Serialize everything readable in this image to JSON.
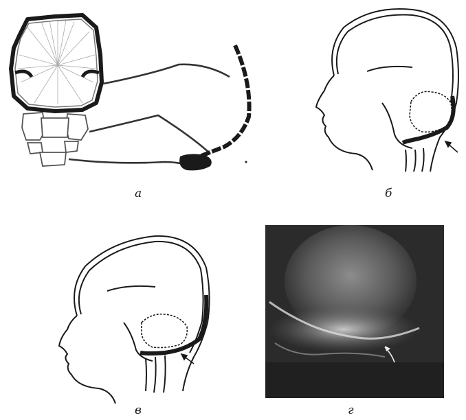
{
  "panels": {
    "a": {
      "label": "а"
    },
    "b": {
      "label": "б"
    },
    "v": {
      "label": "в"
    },
    "g": {
      "label": "г"
    }
  },
  "colors": {
    "ink": "#1a1a1a",
    "xray_dark": "#2b2b2b",
    "xray_light": "#b8b8b8"
  }
}
